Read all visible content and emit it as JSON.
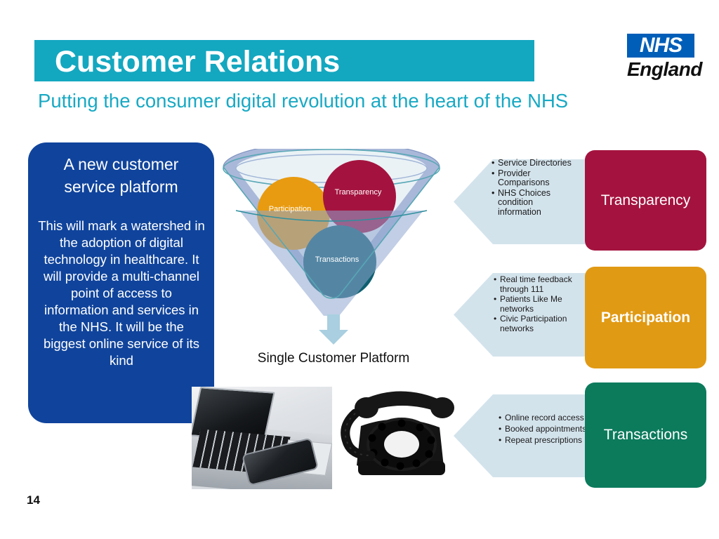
{
  "header": {
    "title": "Customer Relations",
    "subtitle": "Putting the consumer digital revolution at the heart of the NHS",
    "title_bar_color": "#14A7C0",
    "subtitle_color": "#18A9C4"
  },
  "logo": {
    "mark": "NHS",
    "name": "England",
    "box_color": "#005EB8"
  },
  "left_panel": {
    "heading": "A new customer service platform",
    "body": "This will mark a watershed in the adoption of digital technology in healthcare. It will provide a multi-channel point of access to information and services in the NHS. It will be the biggest online service of its kind",
    "background_color": "#10449C"
  },
  "funnel": {
    "caption": "Single Customer Platform",
    "circles": [
      {
        "label": "Transparency",
        "color": "#A4133F"
      },
      {
        "label": "Participation",
        "color": "#E89B10"
      },
      {
        "label": "Transactions",
        "color": "#0F5F70"
      }
    ],
    "funnel_fill": "#A8B8D8",
    "funnel_rim": "#2E8F9E",
    "arrow_color": "#A9CFE0"
  },
  "callouts": [
    {
      "category": "Transparency",
      "box_color": "#A4133F",
      "bullets": [
        "Service Directories",
        "Provider Comparisons",
        "NHS Choices condition information"
      ]
    },
    {
      "category": "Participation",
      "box_color": "#E19A14",
      "bullets": [
        "Real time feedback through 111",
        "Patients Like Me networks",
        "Civic Participation networks"
      ]
    },
    {
      "category": "Transactions",
      "box_color": "#0B7B5C",
      "bullets": [
        "Online record access",
        "Booked appointments",
        "Repeat prescriptions"
      ]
    }
  ],
  "images": [
    {
      "name": "laptop-and-smartphone-photo",
      "alt": "Laptop computer with a smartphone resting on its palm rest"
    },
    {
      "name": "rotary-telephone-photo",
      "alt": "Black vintage rotary dial desk telephone"
    }
  ],
  "footer": {
    "page_number": "14"
  }
}
